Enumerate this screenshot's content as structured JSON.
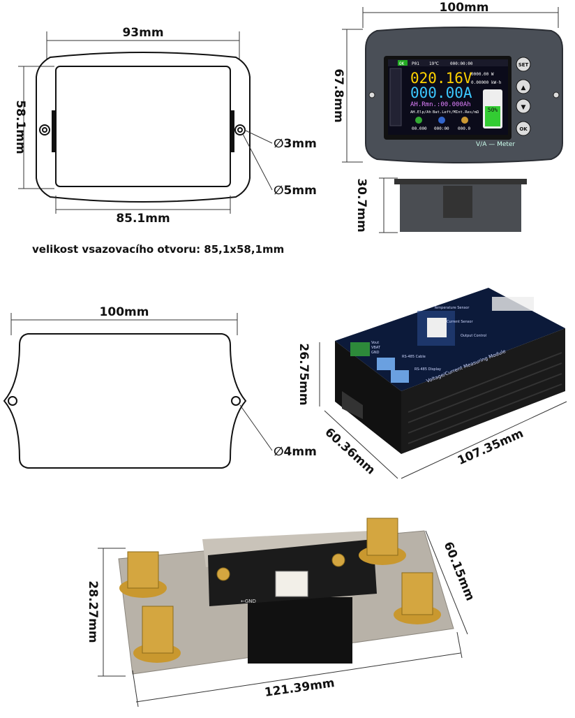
{
  "cutout_drawing": {
    "width_label": "93mm",
    "height_label": "58.1mm",
    "inner_width_label": "85.1mm",
    "hole_small_label": "∅3mm",
    "hole_large_label": "∅5mm"
  },
  "meter_front": {
    "width_label": "100mm",
    "height_label": "67.8mm",
    "depth_label": "30.7mm",
    "screen": {
      "voltage": "020.16V",
      "current": "000.00A",
      "power": "0000.00 W",
      "energy": "0.00000 kW·h",
      "ah_remaining": "AH.Rmn.:00.000Ah",
      "battery_percent": "50%",
      "status_ok": "OK",
      "profile": "P01",
      "temperature": "19℃",
      "time": "000:00:00",
      "bottom_labels": [
        "AH.Elp/Ah",
        "Bat.Left/M",
        "Int.Res/mΩ"
      ],
      "bottom_values": [
        "00.000",
        "000:00",
        "000.0"
      ]
    },
    "buttons": [
      "SET",
      "▲",
      "▼",
      "OK"
    ],
    "brand": "V/A — Meter"
  },
  "note_text": "velikost vsazovacího otvoru: 85,1x58,1mm",
  "module_drawing": {
    "width_label": "100mm",
    "hole_label": "∅4mm"
  },
  "module_photo": {
    "height_label": "26.75mm",
    "depth_label": "60.36mm",
    "length_label": "107.35mm",
    "title": "Voltage/Current Measuring Module",
    "port_labels": [
      "RS-485 Cable",
      "RS-485 Display"
    ],
    "left_pins": [
      "Vout",
      "VBAT",
      "GND"
    ],
    "right_sections": [
      "Temperature Sensor",
      "Current Sensor",
      "Output Control"
    ]
  },
  "shunt_photo": {
    "height_label": "28.27mm",
    "depth_label": "60.15mm",
    "length_label": "121.39mm",
    "gnd_label": "←GND"
  }
}
